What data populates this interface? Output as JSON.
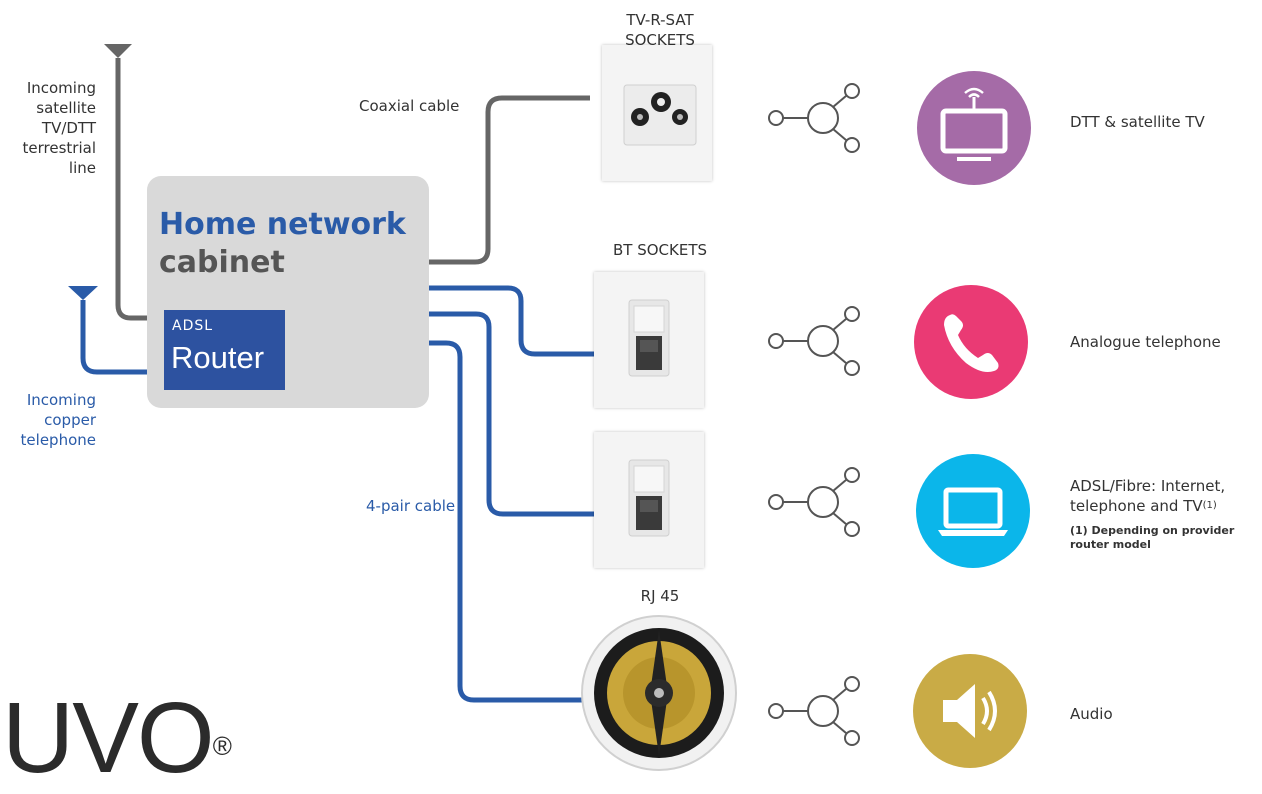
{
  "labels": {
    "satellite_line": [
      "Incoming",
      "satellite",
      "TV/DTT",
      "terrestrial",
      "line"
    ],
    "copper_line": [
      "Incoming",
      "copper",
      "telephone"
    ],
    "coaxial_cable": "Coaxial cable",
    "four_pair_cable": "4-pair cable"
  },
  "cabinet": {
    "title_line1": "Home network",
    "title_line2": "cabinet",
    "router_small": "ADSL",
    "router_big": "Router"
  },
  "sockets": {
    "tv_r_sat": "TV-R-SAT SOCKETS",
    "bt": "BT SOCKETS",
    "rj45": "RJ 45"
  },
  "services": {
    "tv": "DTT & satellite TV",
    "phone": "Analogue telephone",
    "internet_line1": "ADSL/Fibre: Internet,",
    "internet_line2": "telephone and TV",
    "internet_sup": "(1)",
    "internet_note_line1": "(1) Depending on provider",
    "internet_note_line2": "router model",
    "audio": "Audio"
  },
  "logo": {
    "text": "UVO",
    "mark": "®"
  },
  "icons": [
    "antenna-icon",
    "tv-icon",
    "phone-icon",
    "laptop-icon",
    "speaker-icon",
    "share-icon"
  ],
  "colors": {
    "copper_blue": "#2a5ba8",
    "coax_gray": "#666666",
    "cabinet_gray": "#d9d9d9",
    "router_blue": "#2d52a0",
    "tv_purple": "#a56ba7",
    "phone_pink": "#ea3a74",
    "internet_cyan": "#0bb6ea",
    "audio_gold": "#c9ab46"
  }
}
